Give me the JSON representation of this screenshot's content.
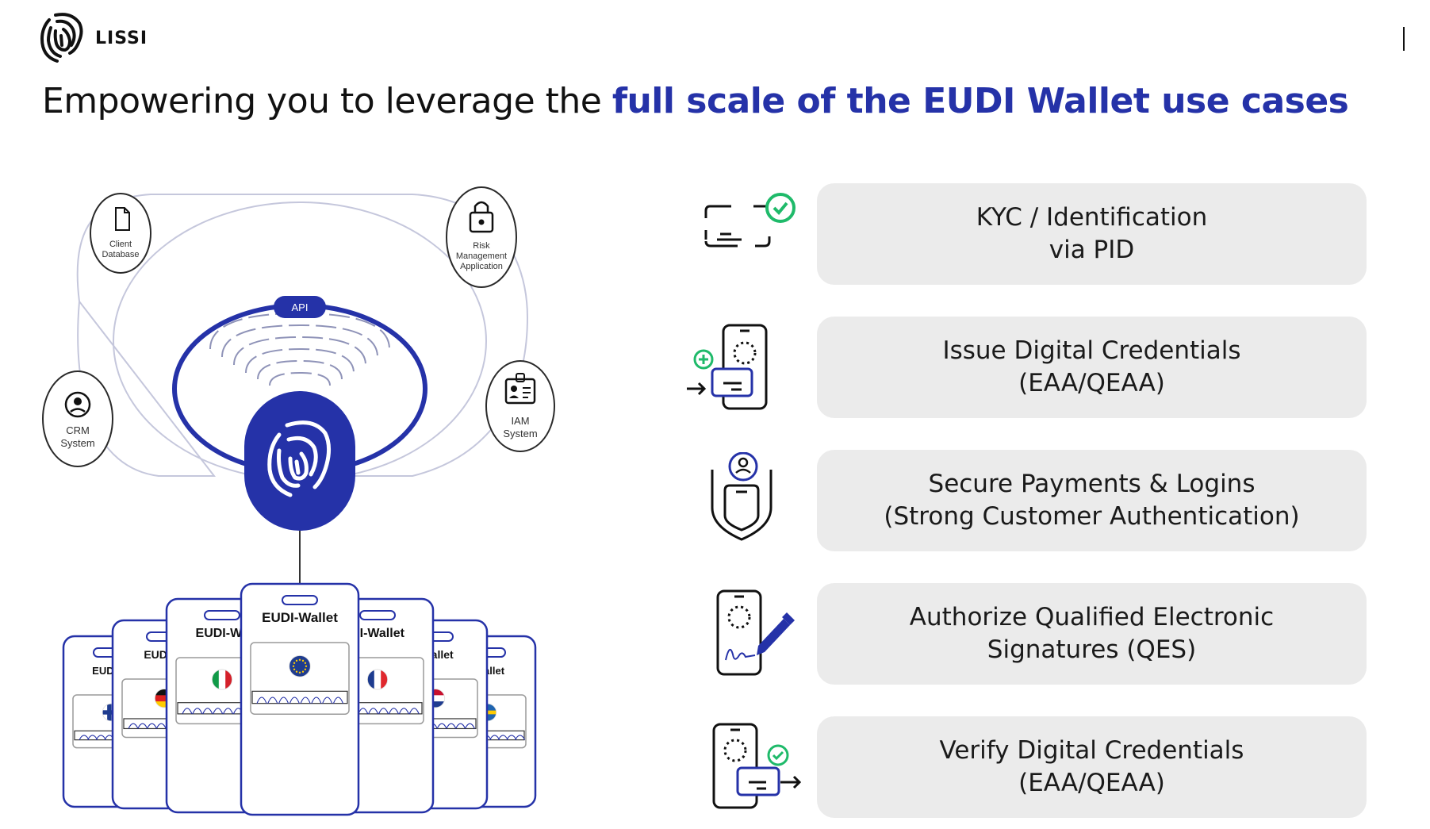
{
  "brand": {
    "name": "LISSI"
  },
  "headline": {
    "lead": "Empowering you to leverage the ",
    "emphasis": "full scale of the EUDI Wallet use cases"
  },
  "diagram": {
    "api_label": "API",
    "systems": [
      {
        "lines": [
          "Client",
          "Database"
        ]
      },
      {
        "lines": [
          "Risk",
          "Management",
          "Application"
        ]
      },
      {
        "lines": [
          "CRM",
          "System"
        ]
      },
      {
        "lines": [
          "IAM",
          "System"
        ]
      }
    ],
    "wallet_label": "EUDI-Wallet",
    "wallets": [
      {
        "label": "EUDI-W",
        "flag": "finland"
      },
      {
        "label": "EUDI-W",
        "flag": "germany"
      },
      {
        "label": "EUDI-Wa",
        "flag": "italy"
      },
      {
        "label": "EUDI-Wallet",
        "flag": "eu"
      },
      {
        "label": "DI-Wallet",
        "flag": "france"
      },
      {
        "label": "-Wallet",
        "flag": "netherlands"
      },
      {
        "label": "-Wallet",
        "flag": "sweden"
      }
    ]
  },
  "use_cases": [
    {
      "icon": "id-card-check-icon",
      "line1": "KYC / Identification",
      "line2": "via PID"
    },
    {
      "icon": "issue-credential-icon",
      "line1": "Issue Digital Credentials",
      "line2": "(EAA/QEAA)"
    },
    {
      "icon": "shield-payment-icon",
      "line1": "Secure Payments & Logins",
      "line2": "(Strong Customer Authentication)"
    },
    {
      "icon": "signature-pen-icon",
      "line1": "Authorize Qualified Electronic",
      "line2": "Signatures (QES)"
    },
    {
      "icon": "verify-credential-icon",
      "line1": "Verify Digital Credentials",
      "line2": "(EAA/QEAA)"
    }
  ],
  "colors": {
    "accent": "#2532a8",
    "box": "#ebebeb",
    "check": "#1fba6a",
    "outline": "#c5c7dc"
  }
}
